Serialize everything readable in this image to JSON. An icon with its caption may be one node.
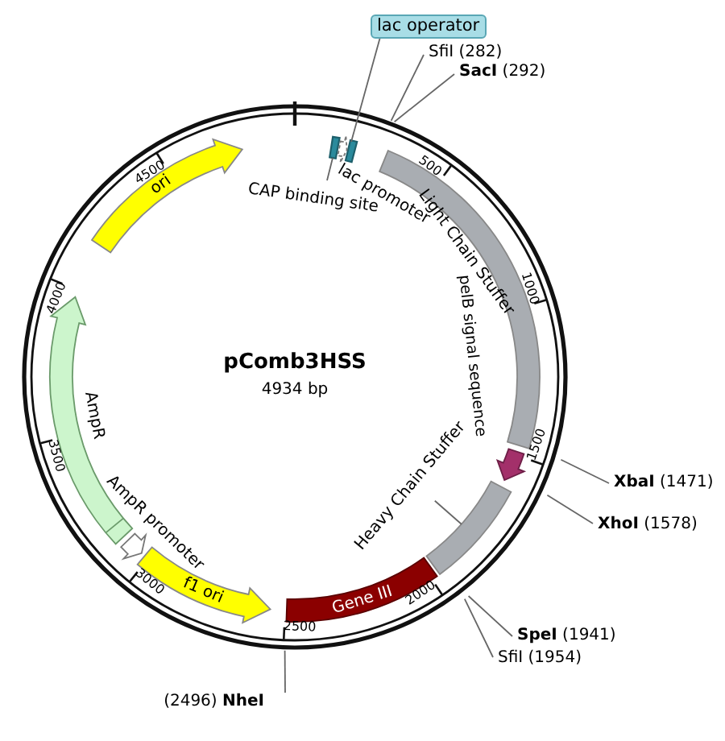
{
  "diagram": {
    "title": "pComb3HSS",
    "nodes": [
      {
        "text": [
          "lac operator"
        ]
      },
      {
        "text": [],
        "shape": "box"
      },
      {
        "text": [
          "SfiI (282)"
        ]
      },
      {
        "text": [
          "**SacI** (292)"
        ]
      },
      {
        "text": [
          "CAP binding site"
        ]
      },
      {
        "text": [],
        "shape": "box"
      },
      {
        "text": [
          "lac promoter"
        ]
      },
      {
        "text": [
          "Light Chain Stuffer"
        ]
      },
      {
        "text": [
          "pelB signal sequence"
        ]
      },
      {
        "text": [
          "**XbaI** (1471)"
        ]
      },
      {
        "text": [
          "**XhoI** (1578)"
        ]
      },
      {
        "text": [
          "Heavy Chain Stuffer"
        ]
      },
      {
        "text": [],
        "shape": "bar"
      },
      {
        "text": [
          "Gene III"
        ]
      },
      {
        "text": [
          "**SpeI** (1941)"
        ]
      },
      {
        "text": [
          "SfiI (1954)"
        ]
      },
      {
        "text": [
          "(2496) **NheI**"
        ]
      },
      {
        "text": [
          "f1 ori"
        ]
      },
      {
        "text": [
          "AmpR promoter"
        ]
      },
      {
        "text": [
          "AmpR"
        ]
      },
      {
        "text": [
          "ori"
        ]
      }
    ],
    "edges": [
      {
        "from": 0,
        "to": 5,
        "arrow": "none"
      },
      {
        "from": 2,
        "to": null,
        "arrow": "none"
      },
      {
        "from": 3,
        "to": null,
        "arrow": "none"
      },
      {
        "from": 4,
        "to": 1,
        "arrow": "none"
      },
      {
        "from": 9,
        "to": null,
        "arrow": "none"
      },
      {
        "from": 10,
        "to": null,
        "arrow": "none"
      },
      {
        "from": 11,
        "to": 12,
        "arrow": "none"
      },
      {
        "from": 14,
        "to": null,
        "arrow": "none"
      },
      {
        "from": 15,
        "to": null,
        "arrow": "none"
      },
      {
        "from": 16,
        "to": null,
        "arrow": "none"
      }
    ],
    "labels": [
      "4934 bp",
      "500",
      "1000",
      "1500",
      "2000",
      "2500",
      "3000",
      "3500",
      "4000",
      "4500"
    ]
  }
}
